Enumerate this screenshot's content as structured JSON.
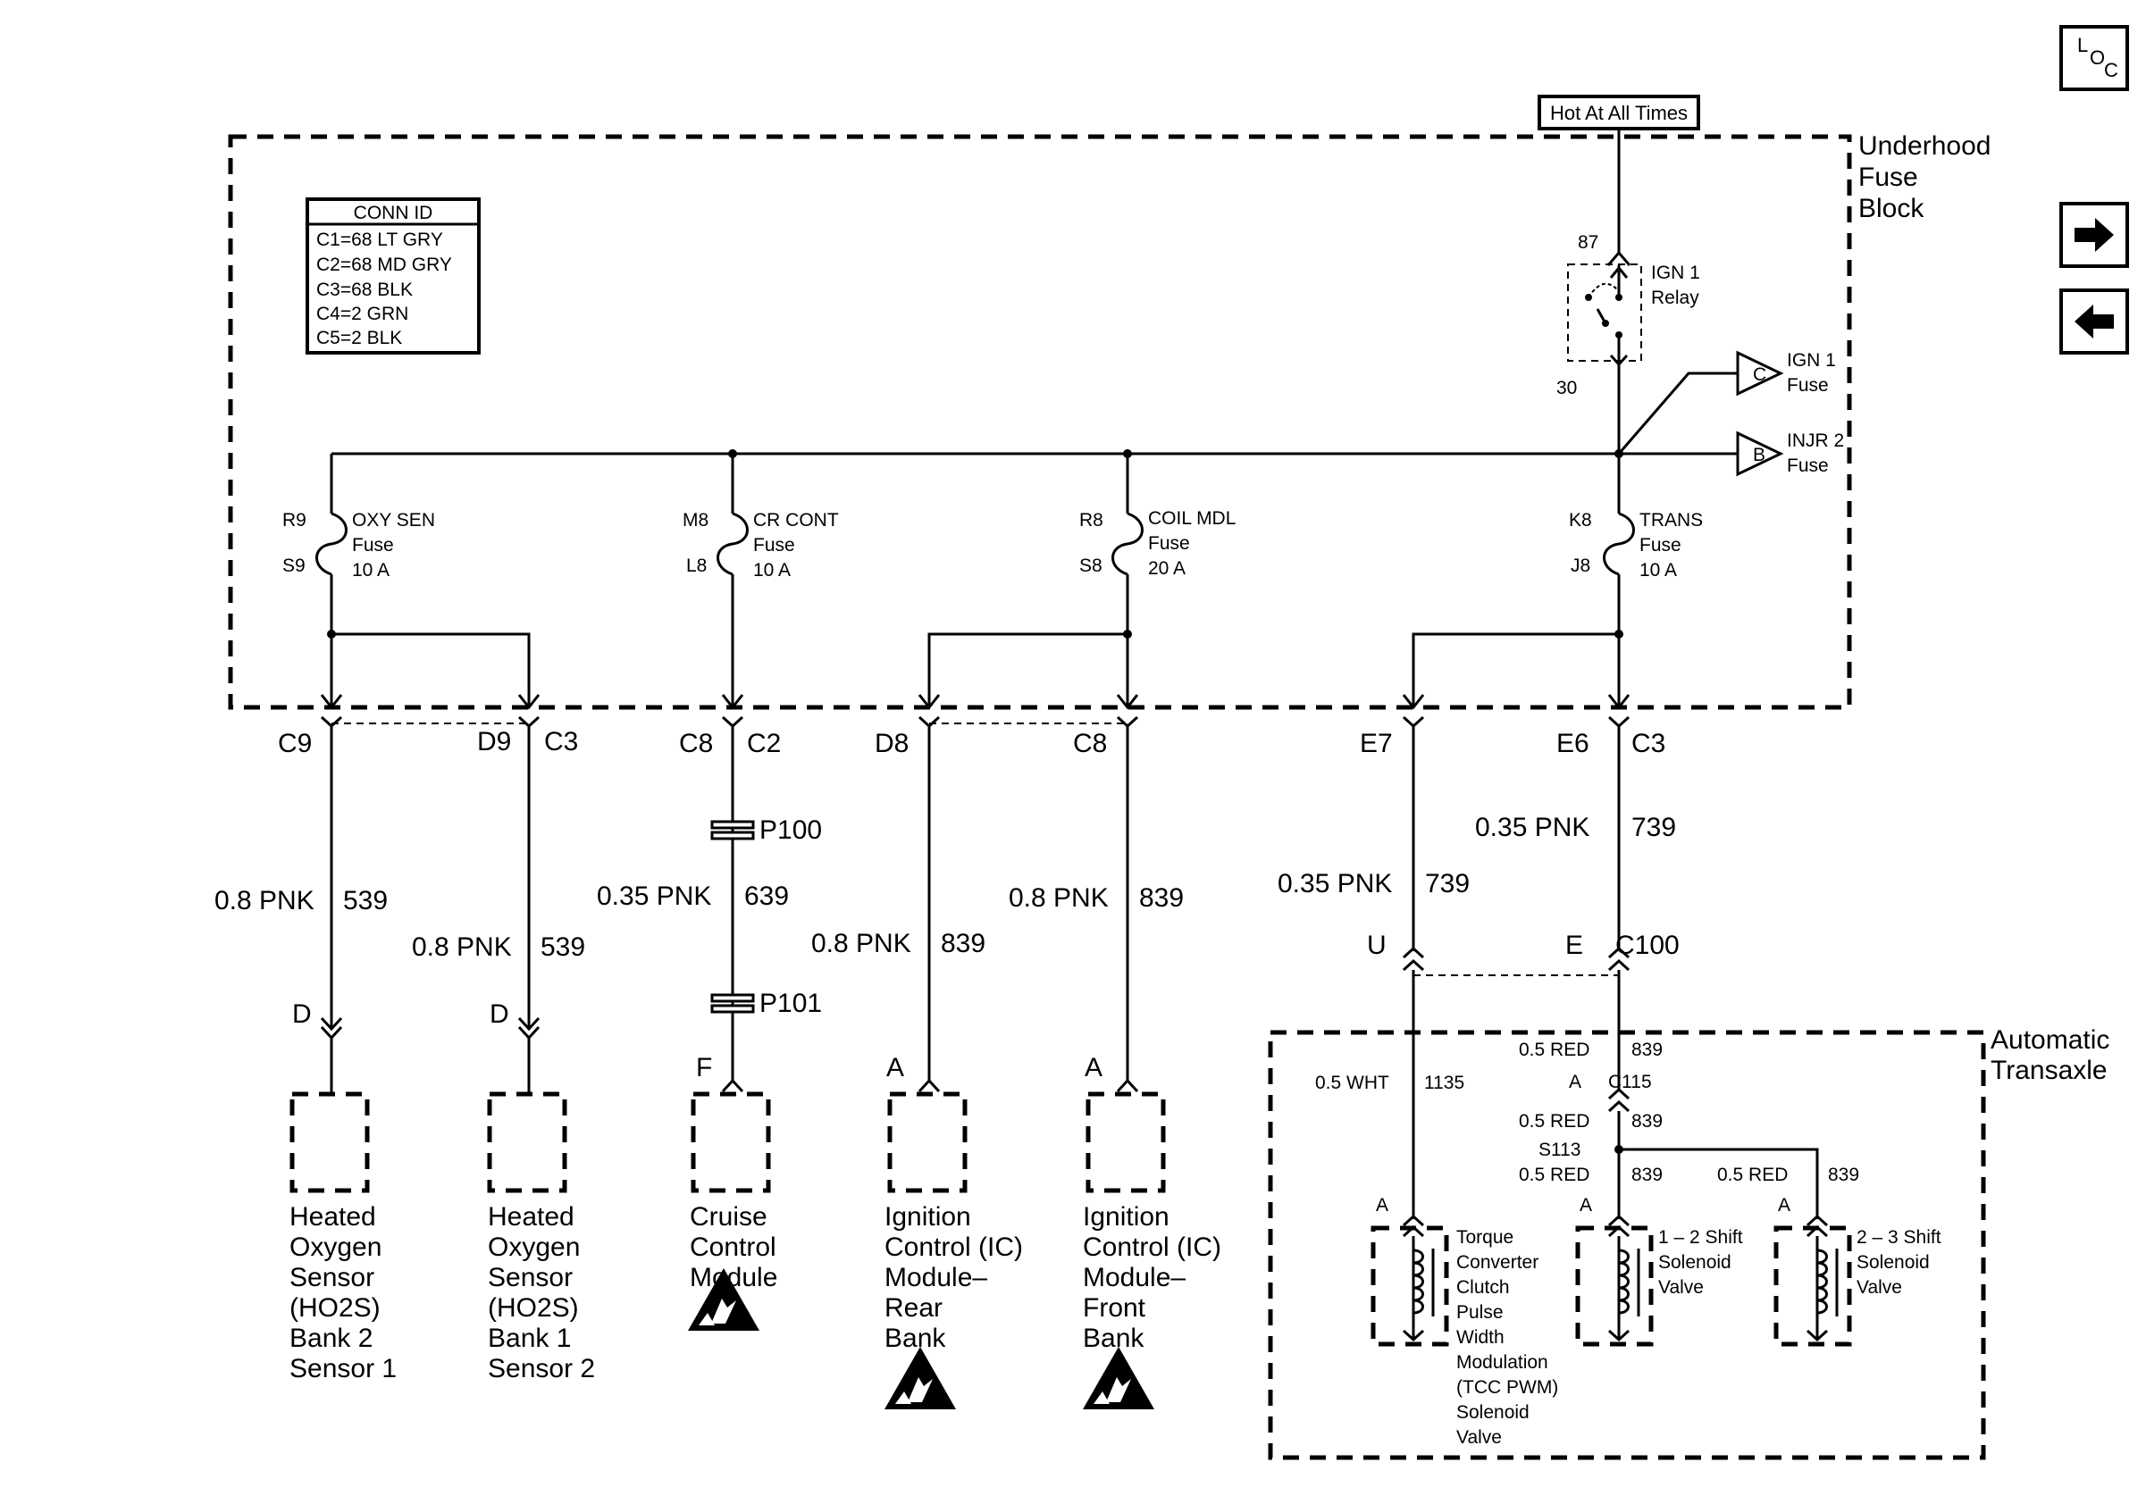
{
  "nav": {
    "loc_l": "L",
    "loc_o": "O",
    "loc_c": "C",
    "next_icon": "arrow-right-icon",
    "prev_icon": "arrow-left-icon"
  },
  "header": {
    "hot_at_all_times": "Hot At All Times"
  },
  "fuse_block": {
    "title_line1": "Underhood",
    "title_line2": "Fuse",
    "title_line3": "Block"
  },
  "conn_id": {
    "title": "CONN ID",
    "rows": [
      "C1=68 LT GRY",
      "C2=68 MD GRY",
      "C3=68 BLK",
      "C4=2 GRN",
      "C5=2 BLK"
    ]
  },
  "relay": {
    "pin_top": "87",
    "pin_bottom": "30",
    "label1": "IGN 1",
    "label2": "Relay"
  },
  "refs": {
    "c": {
      "letter": "C",
      "label1": "IGN 1",
      "label2": "Fuse"
    },
    "b": {
      "letter": "B",
      "label1": "INJR 2",
      "label2": "Fuse"
    }
  },
  "fuses": [
    {
      "pin_top": "R9",
      "pin_bottom": "S9",
      "name": "OXY SEN",
      "word": "Fuse",
      "rating": "10 A"
    },
    {
      "pin_top": "M8",
      "pin_bottom": "L8",
      "name": "CR CONT",
      "word": "Fuse",
      "rating": "10 A"
    },
    {
      "pin_top": "R8",
      "pin_bottom": "S8",
      "name": "COIL MDL",
      "word": "Fuse",
      "rating": "20 A"
    },
    {
      "pin_top": "K8",
      "pin_bottom": "J8",
      "name": "TRANS",
      "word": "Fuse",
      "rating": "10 A"
    }
  ],
  "connectors": {
    "c9": "C9",
    "d9": "D9",
    "c3a": "C3",
    "c8a": "C8",
    "c2": "C2",
    "d8": "D8",
    "c8b": "C8",
    "e7": "E7",
    "e6": "E6",
    "c3b": "C3"
  },
  "wires": {
    "w1": {
      "gauge": "0.8 PNK",
      "circuit": "539"
    },
    "w2": {
      "gauge": "0.8 PNK",
      "circuit": "539"
    },
    "w3": {
      "gauge": "0.35 PNK",
      "circuit": "639"
    },
    "w4": {
      "gauge": "0.8 PNK",
      "circuit": "839"
    },
    "w5": {
      "gauge": "0.8 PNK",
      "circuit": "839"
    },
    "w6": {
      "gauge": "0.35 PNK",
      "circuit": "739"
    },
    "w7": {
      "gauge": "0.35 PNK",
      "circuit": "739"
    }
  },
  "inline": {
    "p100": "P100",
    "p101": "P101",
    "c100_u": "U",
    "c100_e": "E",
    "c100": "C100"
  },
  "components": {
    "ho2s_b2s1": {
      "pin": "D",
      "lines": [
        "Heated",
        "Oxygen",
        "Sensor",
        "(HO2S)",
        "Bank 2",
        "Sensor 1"
      ]
    },
    "ho2s_b1s2": {
      "pin": "D",
      "lines": [
        "Heated",
        "Oxygen",
        "Sensor",
        "(HO2S)",
        "Bank 1",
        "Sensor 2"
      ]
    },
    "cruise": {
      "pin": "F",
      "lines": [
        "Cruise",
        "Control",
        "Module"
      ]
    },
    "ic_rear": {
      "pin": "A",
      "lines": [
        "Ignition",
        "Control (IC)",
        "Module–",
        "Rear",
        "Bank"
      ]
    },
    "ic_front": {
      "pin": "A",
      "lines": [
        "Ignition",
        "Control (IC)",
        "Module–",
        "Front",
        "Bank"
      ]
    }
  },
  "transaxle": {
    "title1": "Automatic",
    "title2": "Transaxle",
    "w_red1": {
      "gauge": "0.5 RED",
      "circuit": "839"
    },
    "c115_pin": "A",
    "c115": "C115",
    "w_red2": {
      "gauge": "0.5 RED",
      "circuit": "839"
    },
    "s113": "S113",
    "w_red3": {
      "gauge": "0.5 RED",
      "circuit": "839"
    },
    "w_red4": {
      "gauge": "0.5 RED",
      "circuit": "839"
    },
    "w_wht": {
      "gauge": "0.5 WHT",
      "circuit": "1135"
    },
    "sol_tcc": {
      "pin": "A",
      "lines": [
        "Torque",
        "Converter",
        "Clutch",
        "Pulse",
        "Width",
        "Modulation",
        "(TCC PWM)",
        "Solenoid",
        "Valve"
      ]
    },
    "sol_12": {
      "pin": "A",
      "lines": [
        "1 – 2 Shift",
        "Solenoid",
        "Valve"
      ]
    },
    "sol_23": {
      "pin": "A",
      "lines": [
        "2 – 3 Shift",
        "Solenoid",
        "Valve"
      ]
    }
  }
}
